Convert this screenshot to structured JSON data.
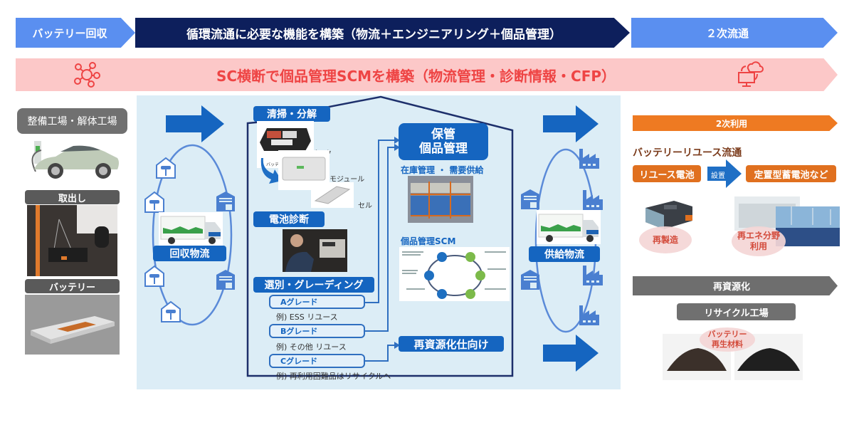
{
  "header": {
    "stage_recovery": "バッテリー回収",
    "stage_build": "循環流通に必要な機能を構築（物流＋エンジニアリング＋個品管理）",
    "stage_secondary": "２次流通"
  },
  "banner": {
    "title": "SC横断で個品管理SCMを構築（物流管理・診断情報・CFP）",
    "left_icon": "network-nodes-icon",
    "right_icon": "cloud-sync-computer-icon"
  },
  "left_column": {
    "factory_label": "整備工場・解体工場",
    "factory_image": "electric-car-charging",
    "removal_label": "取出し",
    "removal_image": "battery-removal-lift",
    "battery_label": "バッテリー",
    "battery_image": "ev-battery-pack"
  },
  "collection": {
    "label": "回収物流",
    "truck_image": "delivery-truck",
    "icons": [
      "car-service-garage-icon",
      "warehouse-icon"
    ]
  },
  "process": {
    "cleaning_label": "清掃・分解",
    "pack_caption": "バッテリーパック",
    "pack_label": "パック",
    "module_label": "モジュール",
    "cell_label": "セル",
    "diagnosis_label": "電池診断",
    "grading_label": "選別・グレーディング",
    "grades": [
      {
        "name": "Aグレード",
        "example": "例) ESS リユース"
      },
      {
        "name": "Bグレード",
        "example": "例) その他 リユース"
      },
      {
        "name": "Cグレード",
        "example": "例) 再利用困難品はリサイクルへ"
      }
    ]
  },
  "storage": {
    "title_line1": "保管",
    "title_line2": "個品管理",
    "inventory_label": "在庫管理 ・ 需要供給",
    "scm_label": "個品管理SCM",
    "recycling_label": "再資源化仕向け"
  },
  "supply": {
    "label": "供給物流",
    "icons": [
      "warehouse-icon",
      "factory-icon"
    ]
  },
  "secondary_use": {
    "chevron": "2次利用",
    "title": "バッテリーリユース流通",
    "reuse_battery": "リユース電池",
    "install_label": "設置",
    "stationary": "定置型蓄電池など",
    "remanufacture": "再製造",
    "renewable_line1": "再エネ分野",
    "renewable_line2": "利用"
  },
  "recycling": {
    "chevron": "再資源化",
    "factory": "リサイクル工場",
    "material_line1": "バッテリー",
    "material_line2": "再生材料"
  },
  "colors": {
    "navy": "#0d1f5c",
    "light_blue": "#5a8ff0",
    "tag_blue": "#1565c0",
    "panel_bg": "#dcedf6",
    "pink_band": "#fcc8c8",
    "pink_text": "#ee4444",
    "orange": "#ee7a22",
    "gray": "#6e6e6e"
  }
}
